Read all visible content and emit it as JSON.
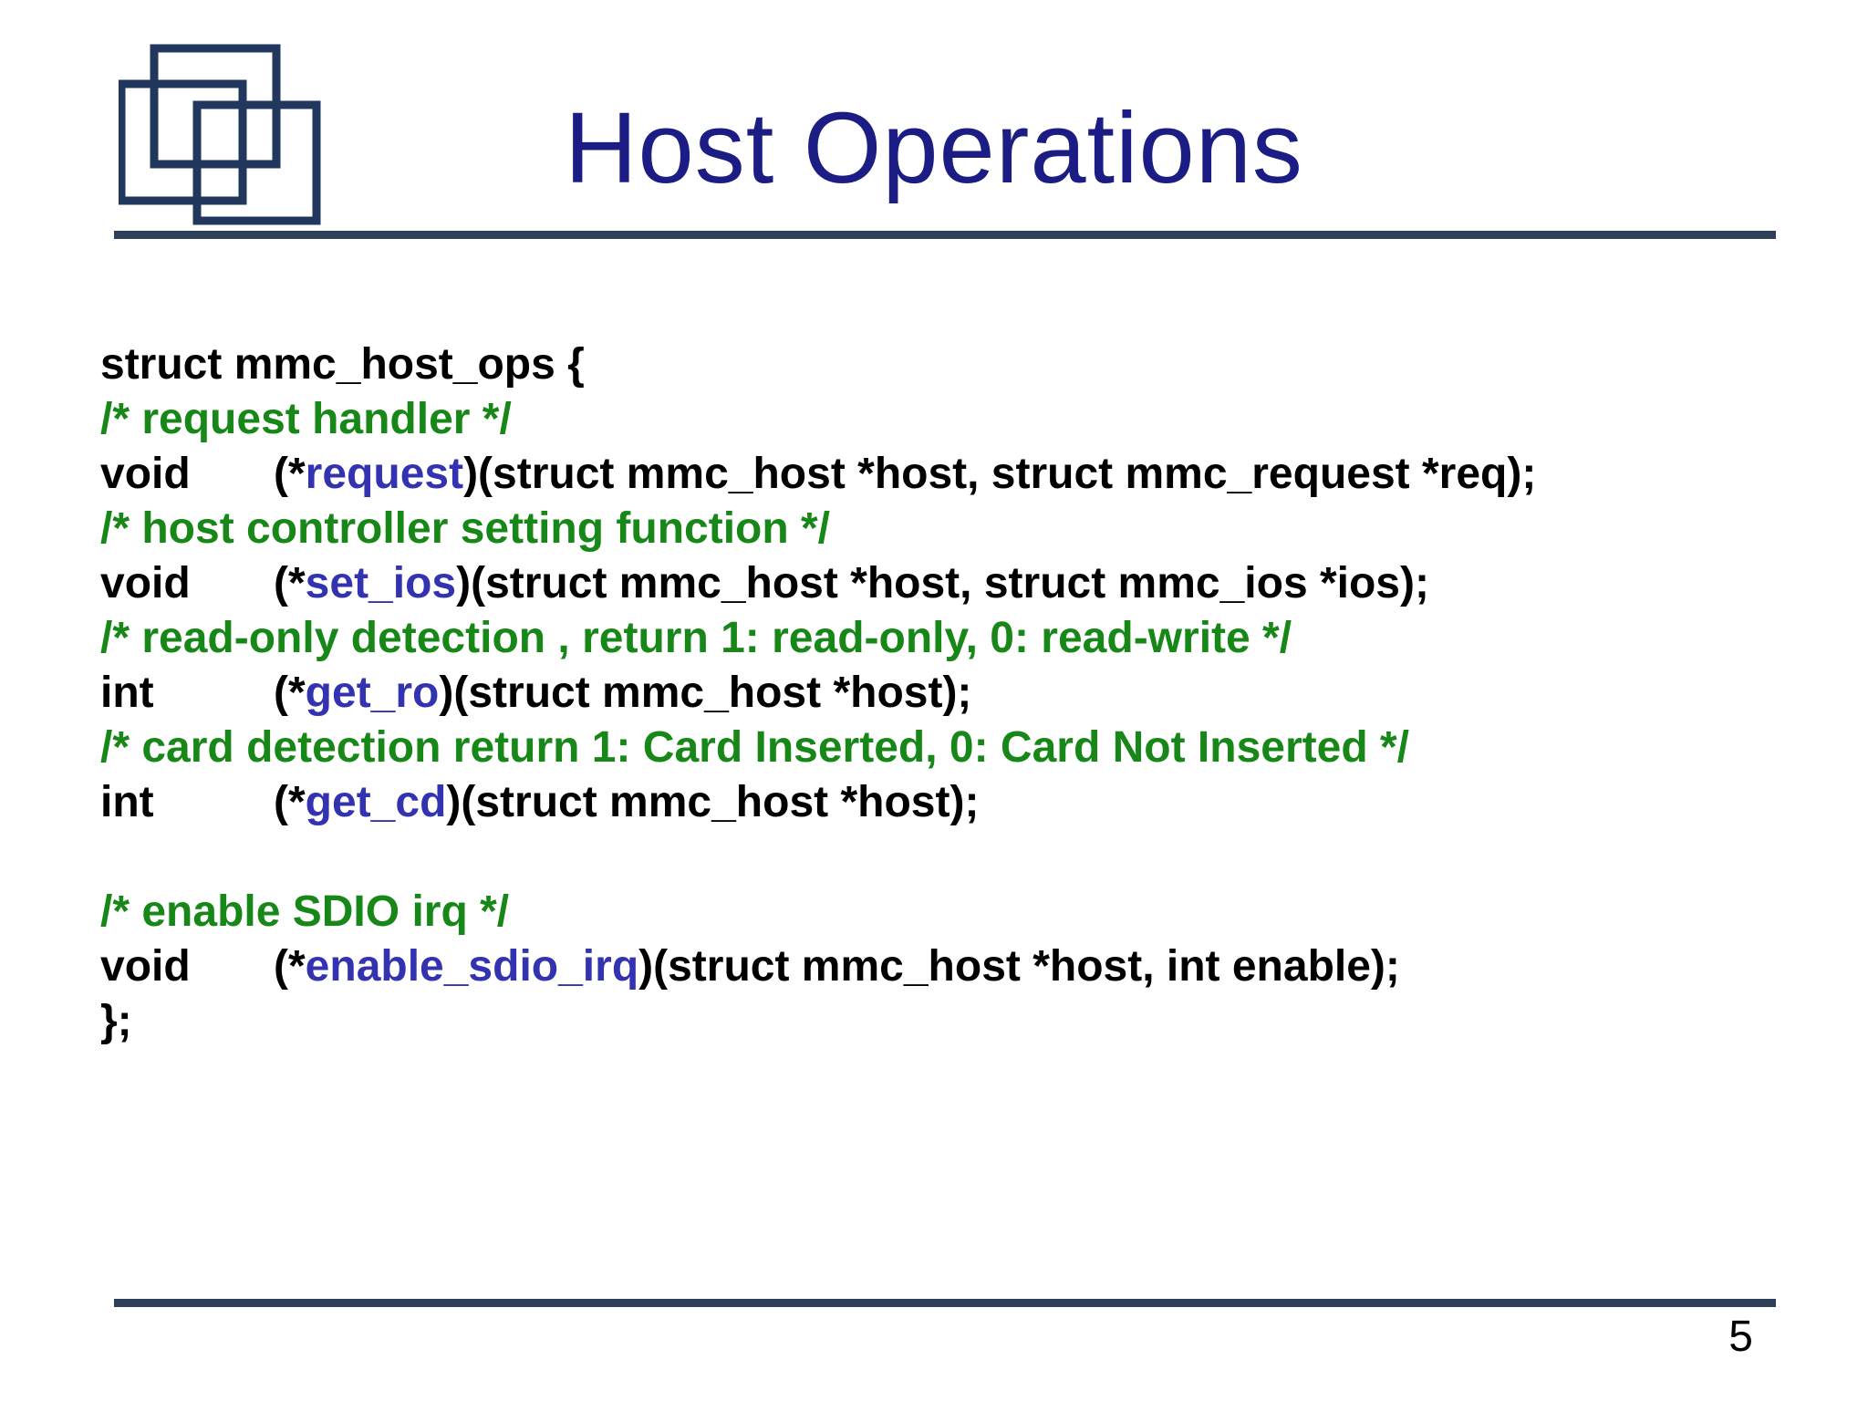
{
  "title": "Host Operations",
  "page_number": "5",
  "colors": {
    "title_blue": "#1c1c85",
    "rule_navy": "#2c4159",
    "logo_navy": "#21375e",
    "code_black": "#000000",
    "comment_green": "#178718",
    "function_blue": "#3333b2",
    "background": "#ffffff"
  },
  "logo": {
    "name": "overlapping-squares-logo"
  },
  "code": {
    "lines": [
      [
        {
          "t": "struct mmc_host_ops {",
          "c": "code"
        }
      ],
      [
        {
          "t": "/* request handler */",
          "c": "comment"
        }
      ],
      [
        {
          "t": "void",
          "c": "code",
          "kw": true
        },
        {
          "t": "(*",
          "c": "code"
        },
        {
          "t": "request",
          "c": "fn"
        },
        {
          "t": ")(struct mmc_host *host, struct mmc_request *req);",
          "c": "code"
        }
      ],
      [
        {
          "t": "/* host controller setting function */",
          "c": "comment"
        }
      ],
      [
        {
          "t": "void",
          "c": "code",
          "kw": true
        },
        {
          "t": "(*",
          "c": "code"
        },
        {
          "t": "set_ios",
          "c": "fn"
        },
        {
          "t": ")(struct mmc_host *host, struct mmc_ios *ios);",
          "c": "code"
        }
      ],
      [
        {
          "t": "/* read-only detection , return 1: read-only, 0: read-write */",
          "c": "comment"
        }
      ],
      [
        {
          "t": "int",
          "c": "code",
          "kw": true
        },
        {
          "t": "(*",
          "c": "code"
        },
        {
          "t": "get_ro",
          "c": "fn"
        },
        {
          "t": ")(struct mmc_host *host);",
          "c": "code"
        }
      ],
      [
        {
          "t": "/* card detection return 1: Card Inserted, 0: Card Not Inserted */",
          "c": "comment"
        }
      ],
      [
        {
          "t": "int",
          "c": "code",
          "kw": true
        },
        {
          "t": "(*",
          "c": "code"
        },
        {
          "t": "get_cd",
          "c": "fn"
        },
        {
          "t": ")(struct mmc_host *host);",
          "c": "code"
        }
      ],
      [],
      [
        {
          "t": "/* enable SDIO irq */",
          "c": "comment"
        }
      ],
      [
        {
          "t": "void",
          "c": "code",
          "kw": true
        },
        {
          "t": "(*",
          "c": "code"
        },
        {
          "t": "enable_sdio_irq",
          "c": "fn"
        },
        {
          "t": ")(struct mmc_host *host, int enable);",
          "c": "code"
        }
      ],
      [
        {
          "t": "};",
          "c": "code"
        }
      ]
    ]
  }
}
